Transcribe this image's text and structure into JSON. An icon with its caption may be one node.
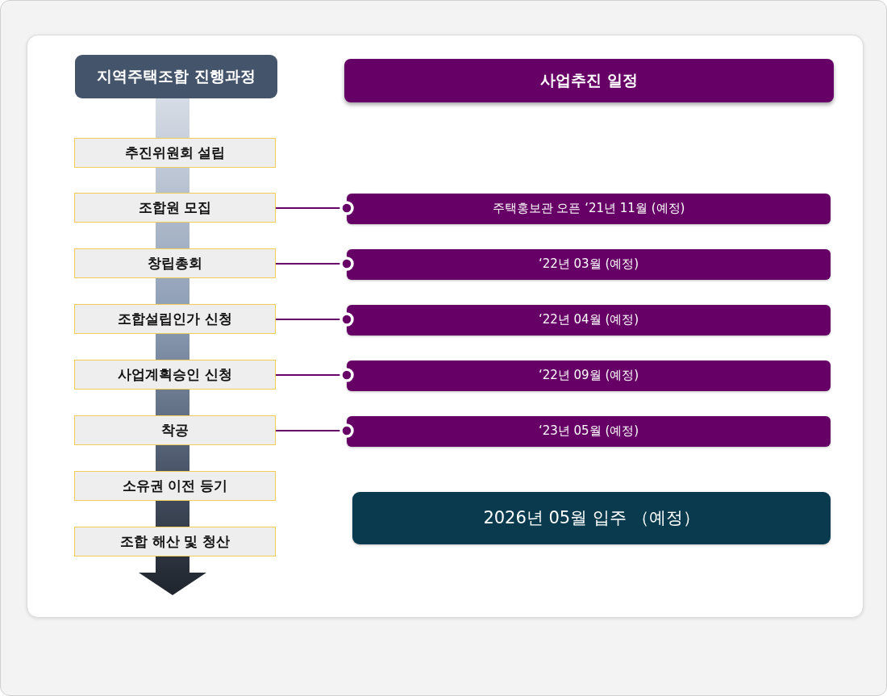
{
  "diagram": {
    "nodes": [
      {
        "text": [
          "지역주택조합 진행과정"
        ]
      },
      {
        "text": [
          "사업추진 일정"
        ]
      },
      {
        "text": [
          "추진위원회 설립"
        ]
      },
      {
        "text": [
          "조합원 모집"
        ]
      },
      {
        "text": [
          "주택홍보관 오픈 ‘21년 11월 (예정)"
        ]
      },
      {
        "text": [
          "창립총회"
        ]
      },
      {
        "text": [
          "‘22년 03월 (예정)"
        ]
      },
      {
        "text": [
          "조합설립인가 신청"
        ]
      },
      {
        "text": [
          "‘22년 04월 (예정)"
        ]
      },
      {
        "text": [
          "사업계획승인 신청"
        ]
      },
      {
        "text": [
          "‘22년 09월 (예정)"
        ]
      },
      {
        "text": [
          "착공"
        ]
      },
      {
        "text": [
          "‘23년 05월 (예정)"
        ]
      },
      {
        "text": [
          "소유권 이전 등기"
        ]
      },
      {
        "text": [
          "조합 해산 및 청산"
        ]
      },
      {
        "text": [
          "2026년 05월 입주 （예정）"
        ]
      }
    ],
    "edges": [
      {
        "from": 3,
        "to": 4,
        "arrow": "other"
      },
      {
        "from": 5,
        "to": 6,
        "arrow": "other"
      },
      {
        "from": 7,
        "to": 8,
        "arrow": "other"
      },
      {
        "from": 9,
        "to": 10,
        "arrow": "other"
      },
      {
        "from": 11,
        "to": 12,
        "arrow": "other"
      }
    ]
  }
}
